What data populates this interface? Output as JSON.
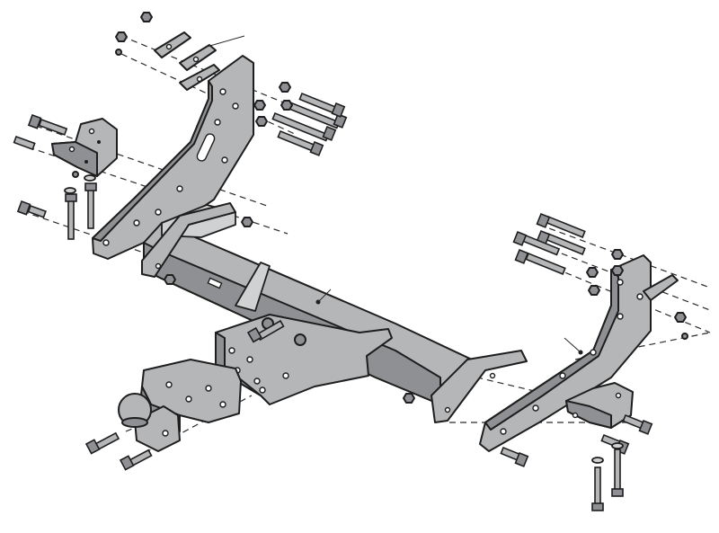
{
  "diagram": {
    "parts": [
      "left-mounting-bracket",
      "right-mounting-bracket",
      "cross-beam",
      "ball-mount-plate",
      "tow-ball",
      "socket-plate",
      "left-angle-bracket",
      "right-angle-bracket",
      "spacer-plates"
    ],
    "colors": {
      "part_fill": "#b5b6b8",
      "part_dark": "#8f9093",
      "outline": "#1e1e1e",
      "background": "#ffffff"
    }
  }
}
